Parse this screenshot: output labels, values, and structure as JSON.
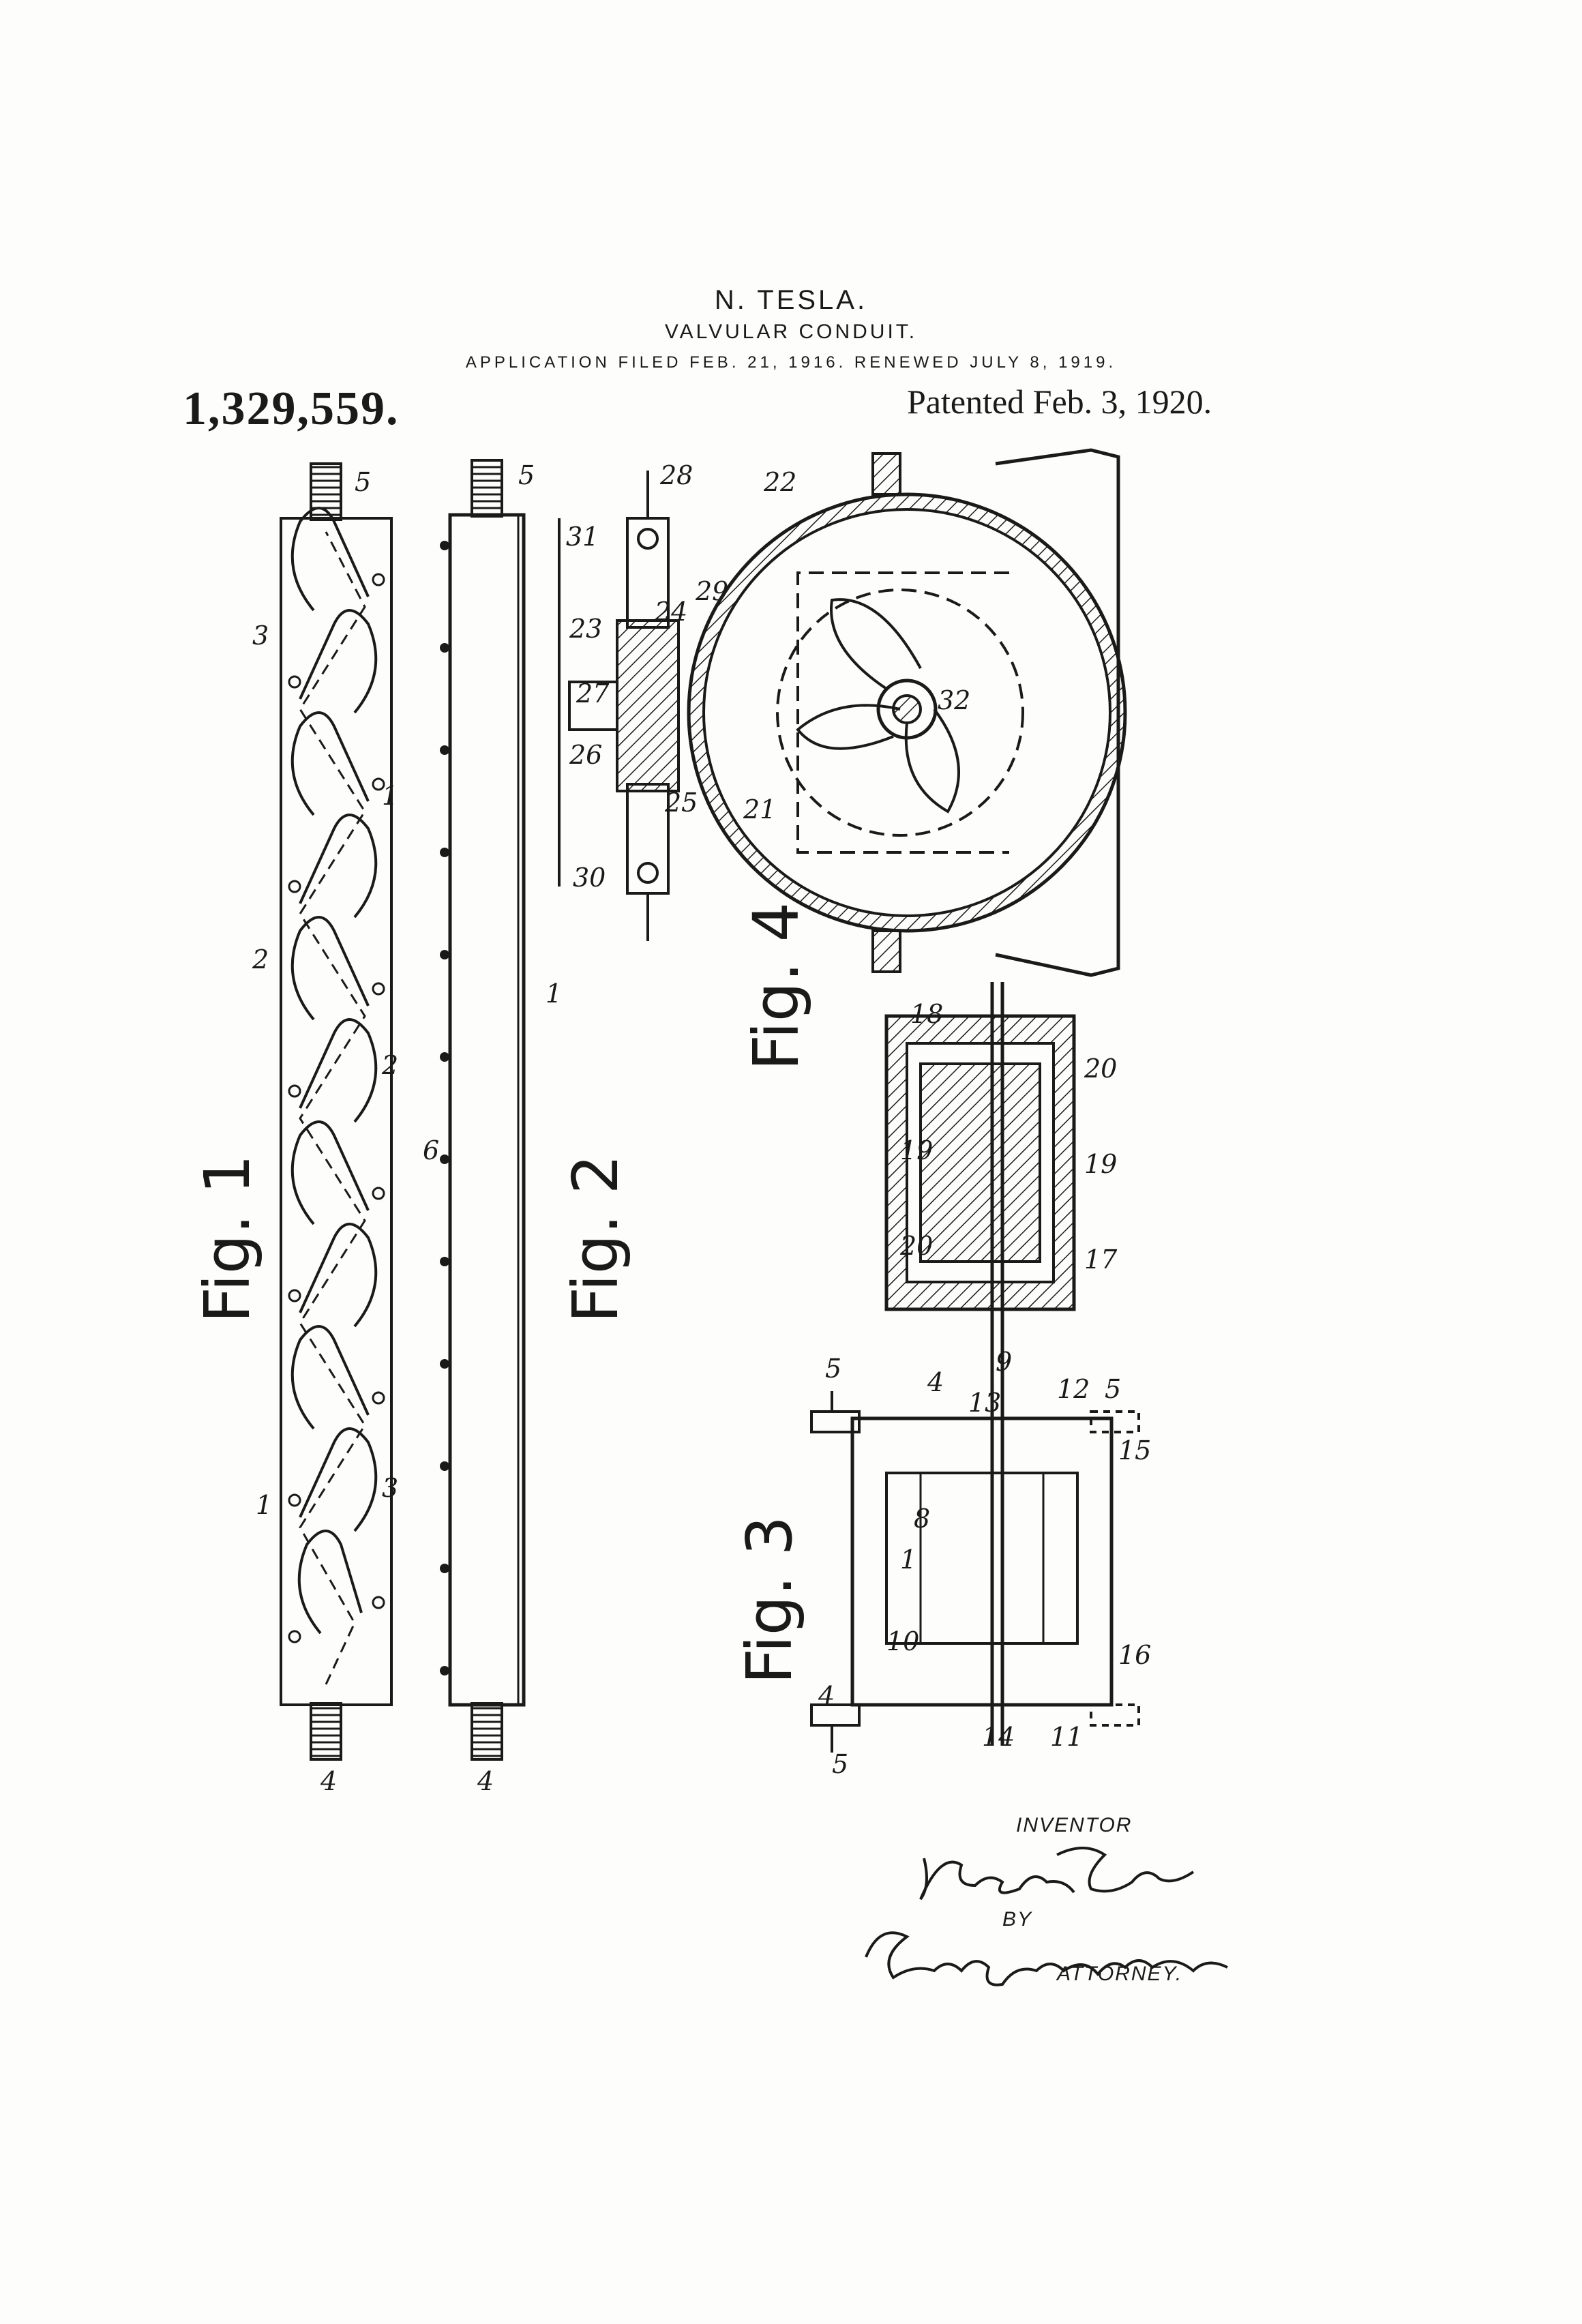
{
  "header": {
    "inventor": "N. TESLA.",
    "title": "VALVULAR CONDUIT.",
    "application": "APPLICATION FILED FEB. 21, 1916. RENEWED JULY 8, 1919.",
    "patent_number": "1,329,559.",
    "patented": "Patented Feb. 3, 1920."
  },
  "figures": {
    "fig1": "Fig. 1",
    "fig2": "Fig. 2",
    "fig3": "Fig. 3",
    "fig4": "Fig. 4"
  },
  "labels": {
    "n1": "1",
    "n2": "2",
    "n3": "3",
    "n4": "4",
    "n5": "5",
    "n6": "6",
    "n8": "8",
    "n9": "9",
    "n10": "10",
    "n11": "11",
    "n12": "12",
    "n13": "13",
    "n14": "14",
    "n15": "15",
    "n16": "16",
    "n17": "17",
    "n18": "18",
    "n19": "19",
    "n20": "20",
    "n21": "21",
    "n22": "22",
    "n23": "23",
    "n24": "24",
    "n25": "25",
    "n26": "26",
    "n27": "27",
    "n28": "28",
    "n29": "29",
    "n30": "30",
    "n31": "31",
    "n32": "32"
  },
  "signature": {
    "inventor_label": "INVENTOR",
    "inventor_signature": "Nikola Tesla",
    "by_label": "BY",
    "attorney_signature": "Kerr, Page, Cooper & Hayward",
    "attorney_label": "ATTORNEY."
  }
}
